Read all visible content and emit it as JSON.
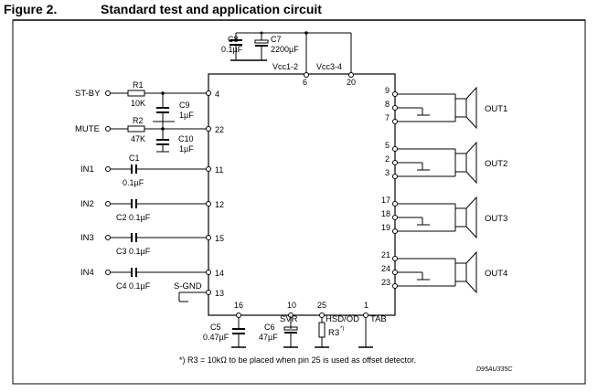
{
  "heading": {
    "figure_label": "Figure 2.",
    "title": "Standard test and application circuit"
  },
  "supply": {
    "c8_name": "C8",
    "c8_value": "0.1µF",
    "c7_name": "C7",
    "c7_value": "2200µF",
    "vcc12_label": "Vcc1-2",
    "vcc34_label": "Vcc3-4",
    "pin_vcc12": "6",
    "pin_vcc34": "20"
  },
  "inputs": {
    "stby_label": "ST-BY",
    "r1_name": "R1",
    "r1_value": "10K",
    "c9_name": "C9",
    "c9_value": "1µF",
    "pin_stby": "4",
    "mute_label": "MUTE",
    "r2_name": "R2",
    "r2_value": "47K",
    "c10_name": "C10",
    "c10_value": "1µF",
    "pin_mute": "22",
    "in1_label": "IN1",
    "c1_name": "C1",
    "c1_value": "0.1µF",
    "pin_in1": "11",
    "in2_label": "IN2",
    "c2_label": "C2 0.1µF",
    "pin_in2": "12",
    "in3_label": "IN3",
    "c3_label": "C3 0.1µF",
    "pin_in3": "15",
    "in4_label": "IN4",
    "c4_label": "C4 0.1µF",
    "pin_in4": "14",
    "sgnd_label": "S-GND",
    "pin_sgnd": "13"
  },
  "bottom": {
    "pin16": "16",
    "pin10": "10",
    "pin25": "25",
    "pin1": "1",
    "svr_label": "SVR",
    "hsd_label": "HSD/OD",
    "tab_label": "TAB",
    "c5_name": "C5",
    "c5_value": "0.47µF",
    "c6_name": "C6",
    "c6_value": "47µF",
    "r3_label": "R3",
    "r3_mark": "*)"
  },
  "outputs": [
    {
      "label": "OUT1",
      "pins": [
        "9",
        "8",
        "7"
      ]
    },
    {
      "label": "OUT2",
      "pins": [
        "5",
        "2",
        "3"
      ]
    },
    {
      "label": "OUT3",
      "pins": [
        "17",
        "18",
        "19"
      ]
    },
    {
      "label": "OUT4",
      "pins": [
        "21",
        "24",
        "23"
      ]
    }
  ],
  "footnote": "*) R3 = 10kΩ to be placed when pin 25 is used as offset detector.",
  "doc_code": "D95AU335C",
  "colors": {
    "line": "#000000",
    "frame": "#000000"
  }
}
